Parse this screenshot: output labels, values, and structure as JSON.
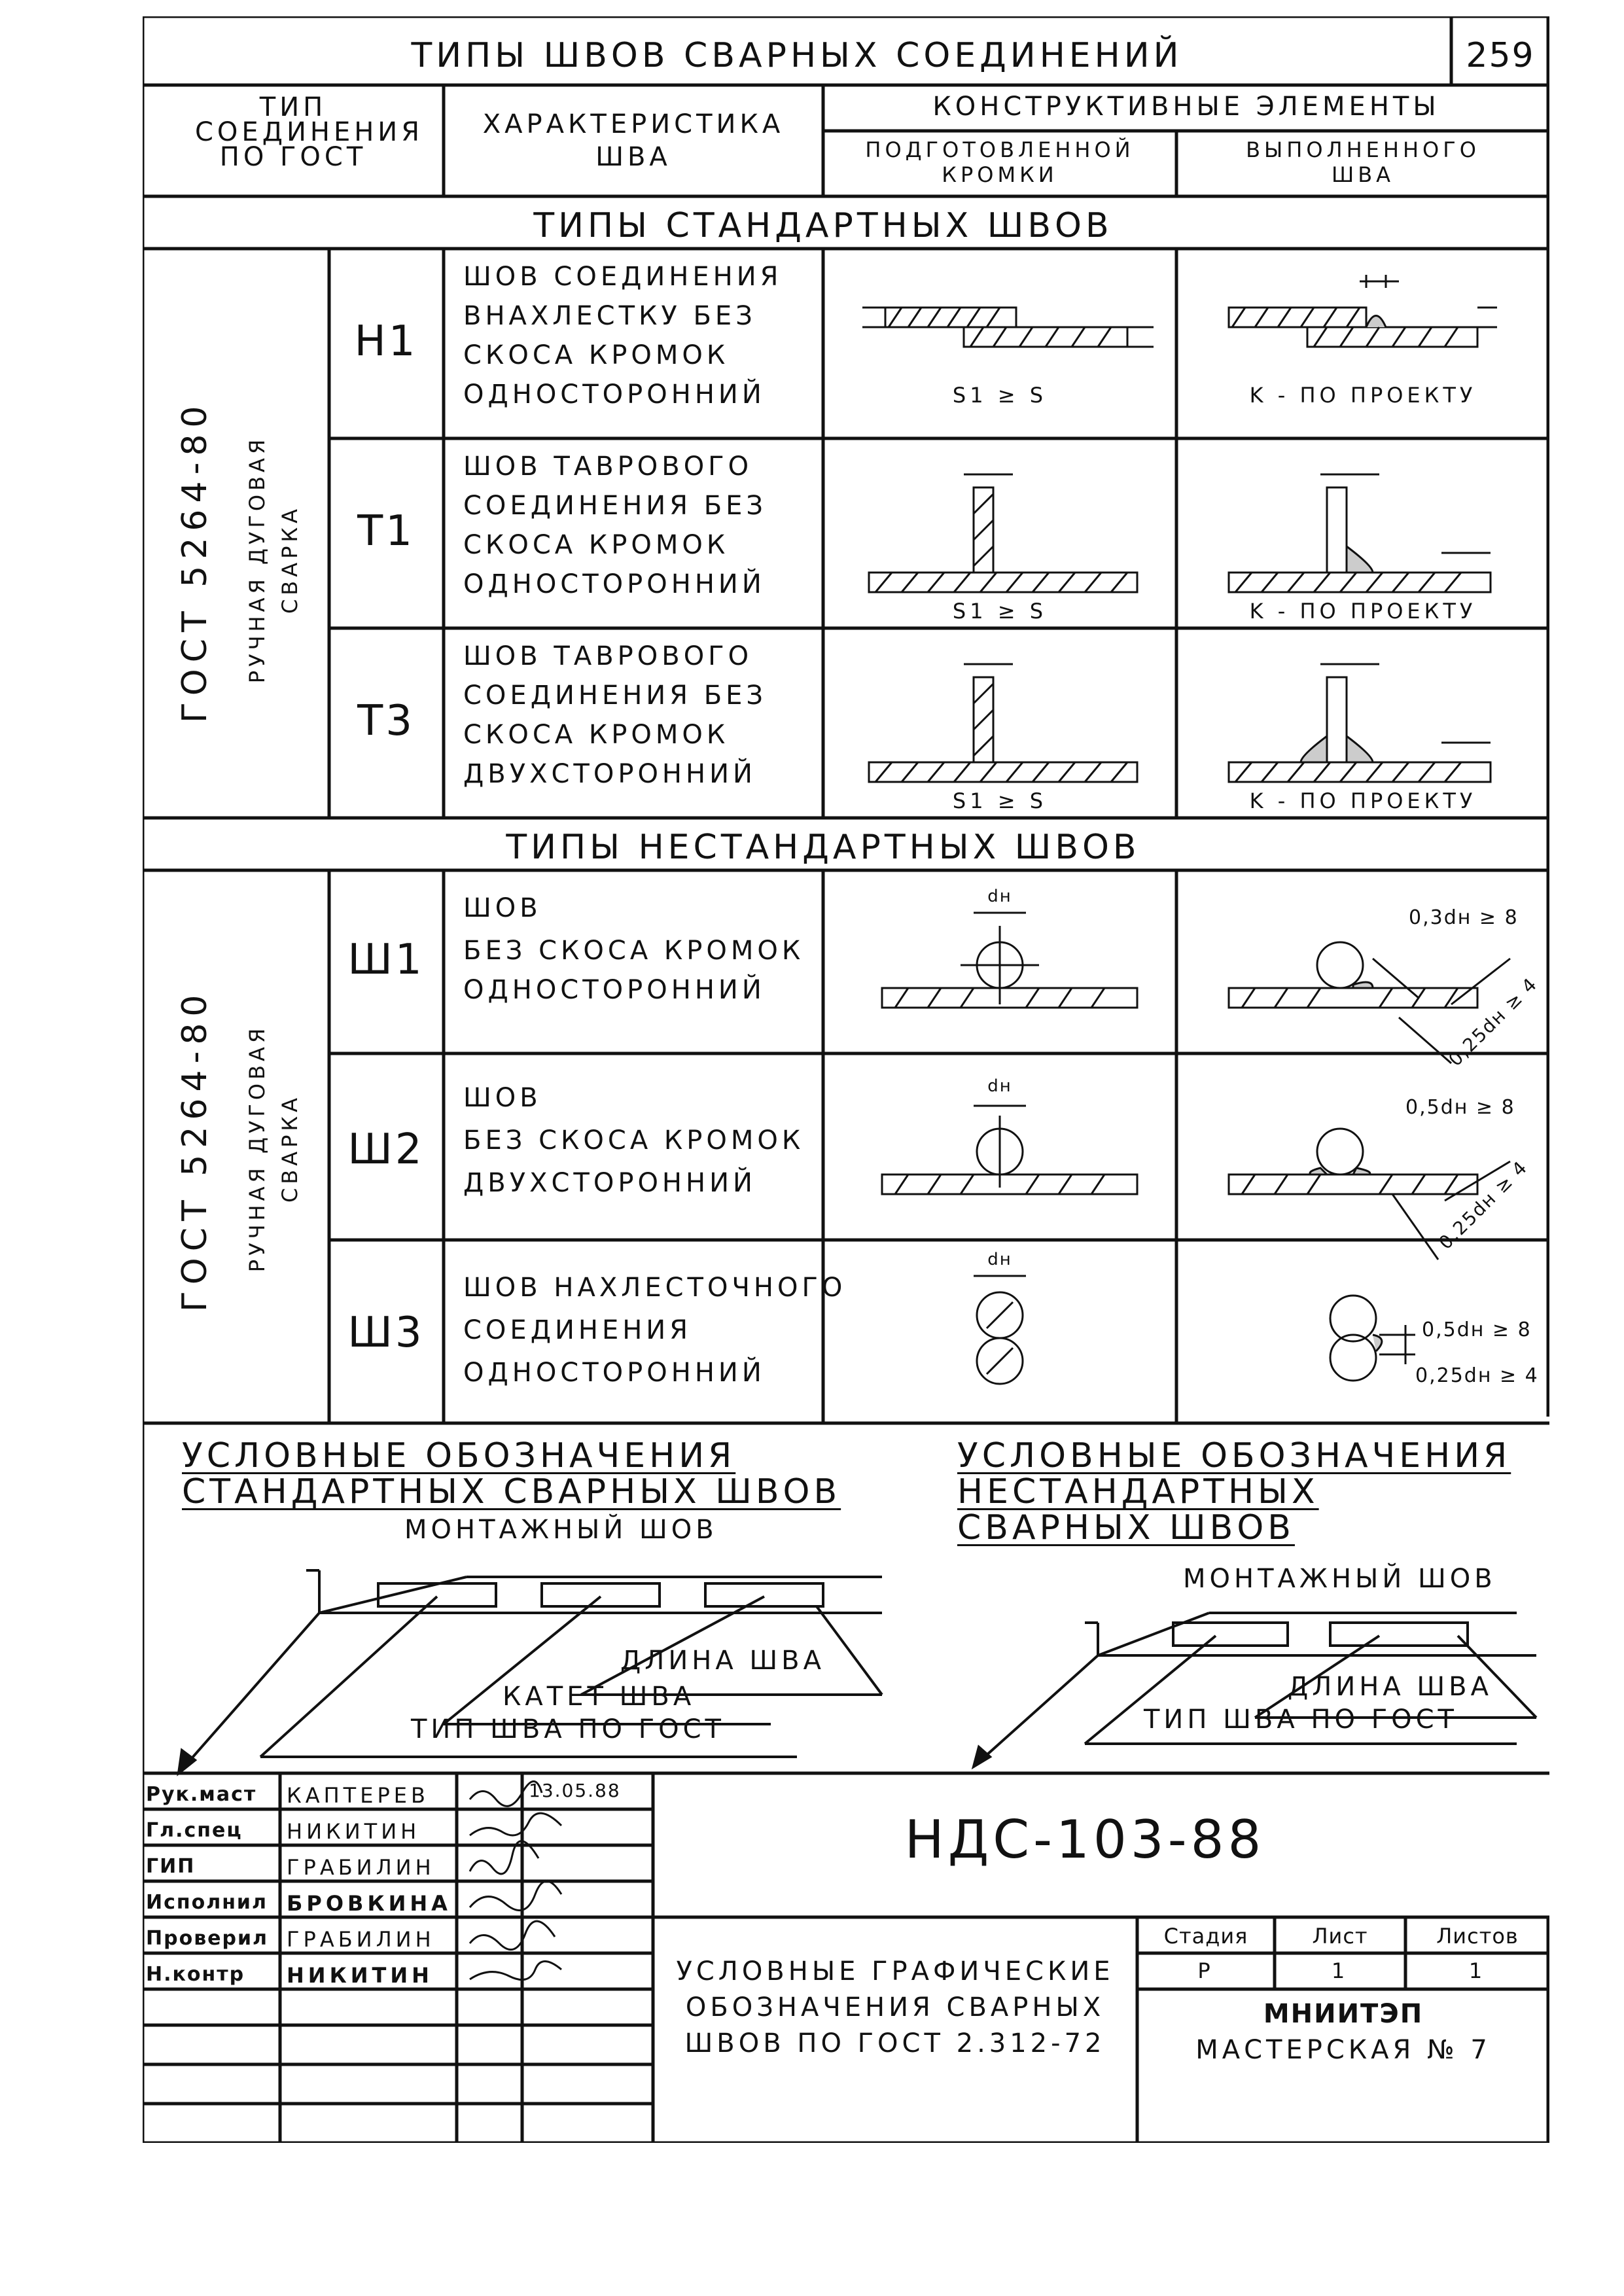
{
  "sheet": {
    "title": "Типы швов сварных соединений",
    "page_number": "259",
    "header": {
      "col1": "Тип соединения по ГОСТ",
      "col2": "Характеристика шва",
      "col3": "Конструктивные элементы",
      "col3a": "подготовленной кромки",
      "col3b": "выполненного шва"
    },
    "section1": "Типы стандартных швов",
    "section2": "Типы нестандартных швов",
    "gost1": {
      "code": "ГОСТ 5264-80",
      "method": "ручная дуговая сварка"
    },
    "gost2": {
      "code": "ГОСТ 5264-80",
      "method": "ручная дуговая сварка"
    },
    "rows": [
      {
        "type": "Н1",
        "desc": [
          "Шов соединения",
          "внахлестку без",
          "скоса кромок",
          "односторонний"
        ],
        "note_a": "S1 ≥ S",
        "note_b": "K - по проекту"
      },
      {
        "type": "Т1",
        "desc": [
          "Шов таврового",
          "соединения без",
          "скоса кромок",
          "односторонний"
        ],
        "note_a": "S1 ≥ S",
        "note_b": "K - по проекту"
      },
      {
        "type": "Т3",
        "desc": [
          "Шов таврового",
          "соединения без",
          "скоса кромок",
          "двухсторонний"
        ],
        "note_a": "S1 ≥ S",
        "note_b": "K - по проекту"
      },
      {
        "type": "Ш1",
        "desc": [
          "Шов",
          "без скоса кромок",
          "односторонний"
        ],
        "dim_top": "dн",
        "dim_a": "0,3dн ≥ 8",
        "dim_b": "0,25dн ≥ 4"
      },
      {
        "type": "Ш2",
        "desc": [
          "Шов",
          "без скоса кромок",
          "двухсторонний"
        ],
        "dim_top": "dн",
        "dim_a": "0,5dн ≥ 8",
        "dim_b": "0,25dн ≥ 4"
      },
      {
        "type": "Ш3",
        "desc": [
          "Шов нахлесточного",
          "соединения",
          "односторонний"
        ],
        "dim_top": "dн",
        "dim_a": "0,5dн ≥ 8",
        "dim_b": "0,25dн ≥ 4"
      }
    ],
    "legend_std": {
      "title1": "Условные обозначения",
      "title2": "стандартных сварных швов",
      "l1": "монтажный шов",
      "l2": "длина шва",
      "l3": "катет шва",
      "l4": "тип шва по ГОСТ"
    },
    "legend_nonstd": {
      "title1": "Условные обозначения",
      "title2": "нестандартных",
      "title3": "сварных швов",
      "l1": "монтажный шов",
      "l2": "длина шва",
      "l3": "тип шва по ГОСТ"
    },
    "stamp": {
      "people": [
        {
          "role": "Рук.маст",
          "name": "Каптерев"
        },
        {
          "role": "Гл.спец",
          "name": "Никитин"
        },
        {
          "role": "ГИП",
          "name": "Грабилин"
        },
        {
          "role": "Исполнил",
          "name": "Бровкина"
        },
        {
          "role": "Проверил",
          "name": "Грабилин"
        },
        {
          "role": "Н.контр",
          "name": "Никитин"
        }
      ],
      "date": "13.05.88",
      "doc_code": "НДС-103-88",
      "doc_title": [
        "Условные графические",
        "обозначения сварных",
        "швов по ГОСТ 2.312-72"
      ],
      "stage_label": "Стадия",
      "sheet_label": "Лист",
      "sheets_label": "Листов",
      "stage": "Р",
      "sheet": "1",
      "sheets": "1",
      "org": "МНИИТЭП",
      "workshop": "мастерская № 7"
    }
  }
}
